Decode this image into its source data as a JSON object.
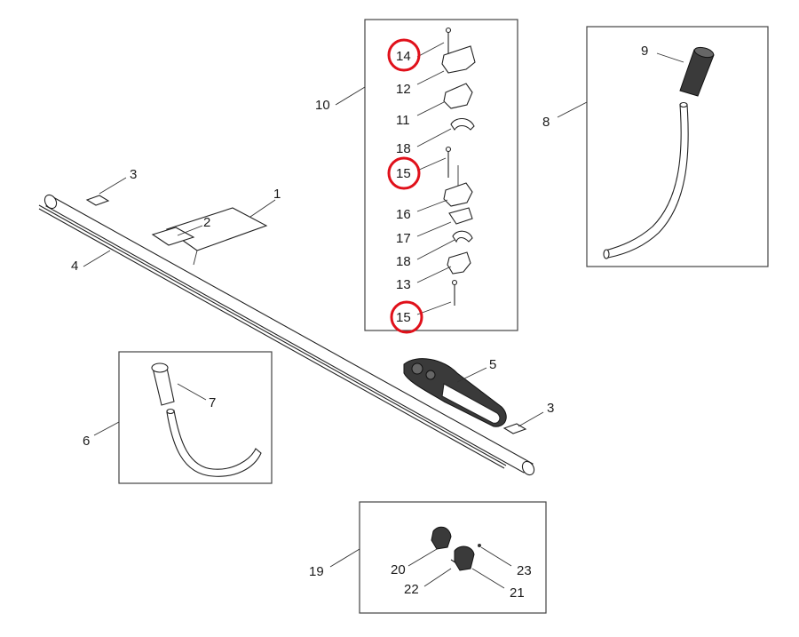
{
  "labels": {
    "p1": "1",
    "p2": "2",
    "p3a": "3",
    "p3b": "3",
    "p4": "4",
    "p5": "5",
    "p6": "6",
    "p7": "7",
    "p8": "8",
    "p9": "9",
    "p10": "10",
    "p11": "11",
    "p12": "12",
    "p13": "13",
    "p14": "14",
    "p15a": "15",
    "p15b": "15",
    "p16": "16",
    "p17": "17",
    "p18a": "18",
    "p18b": "18",
    "p19": "19",
    "p20": "20",
    "p21": "21",
    "p22": "22",
    "p23": "23"
  },
  "highlight_color": "#e0101a",
  "highlighted_callouts": [
    "14",
    "15",
    "15"
  ]
}
